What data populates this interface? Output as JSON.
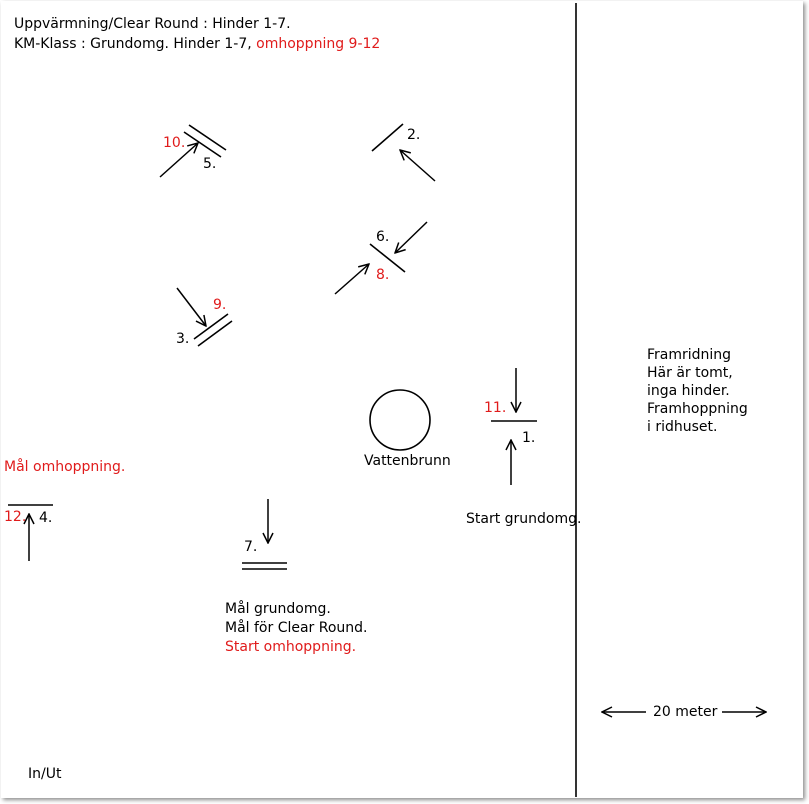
{
  "header": {
    "line1": "Uppvärmning/Clear Round : Hinder 1-7.",
    "line2_black": "KM-Klass : Grundomg. Hinder 1-7, ",
    "line2_red": "omhoppning 9-12"
  },
  "obstacles": {
    "n1": "1.",
    "n2": "2.",
    "n3": "3.",
    "n4": "4.",
    "n5": "5.",
    "n6": "6.",
    "n7": "7.",
    "n8": "8.",
    "n9": "9.",
    "n10": "10.",
    "n11": "11.",
    "n12": "12."
  },
  "labels": {
    "vattenbrunn": "Vattenbrunn",
    "mal_omhoppning": "Mål omhoppning.",
    "start_grundomg": "Start grundomg.",
    "mal_grundomg": "Mål grundomg.",
    "mal_clear_round": "Mål för Clear Round.",
    "start_omhoppning": "Start omhoppning.",
    "in_ut": "In/Ut"
  },
  "framridning": {
    "line1": "Framridning",
    "line2": "Här är tomt,",
    "line3": "inga hinder.",
    "line4": "Framhoppning",
    "line5": "i ridhuset."
  },
  "scale": {
    "label": "20 meter"
  },
  "colors": {
    "accent_red": "#e01b1b",
    "ink": "#000000"
  }
}
